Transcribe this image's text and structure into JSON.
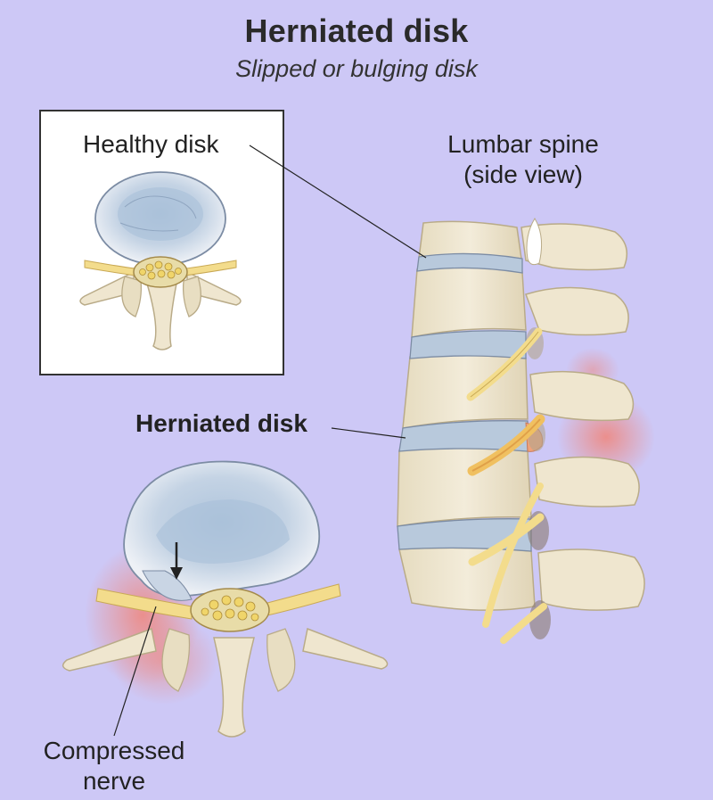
{
  "title": "Herniated disk",
  "subtitle": "Slipped or bulging disk",
  "labels": {
    "healthy_disk": "Healthy disk",
    "lumbar_spine_line1": "Lumbar spine",
    "lumbar_spine_line2": "(side view)",
    "herniated_disk": "Herniated disk",
    "compressed_line1": "Compressed",
    "compressed_line2": "nerve"
  },
  "colors": {
    "background": "#cdc8f6",
    "bone": "#efe6cf",
    "disk": "#b8c9dc",
    "nerve": "#f3dc8c",
    "inflammation": "#f2a7a0"
  }
}
